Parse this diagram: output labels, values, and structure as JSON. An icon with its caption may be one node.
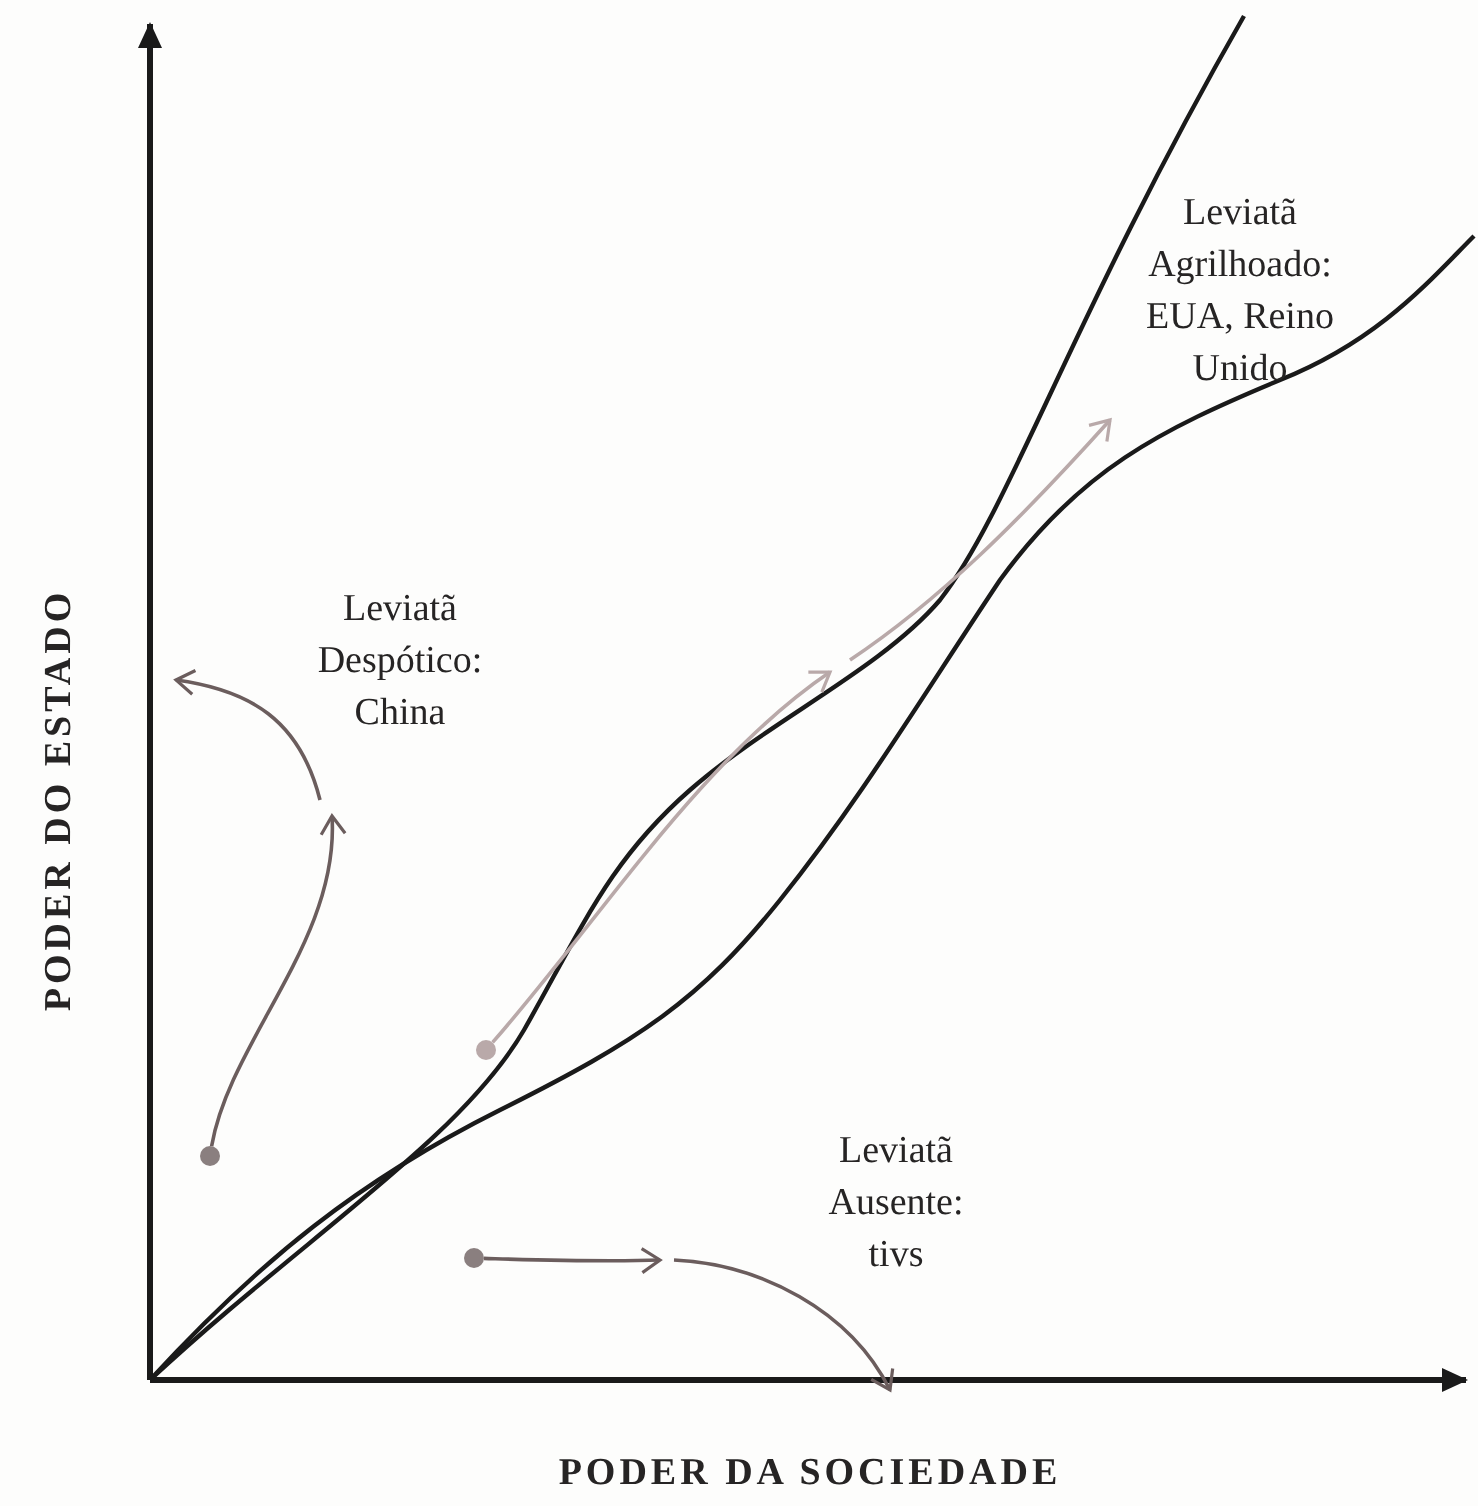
{
  "diagram": {
    "nodes": [
      {
        "text": [],
        "shape": "circle"
      },
      {
        "text": [],
        "shape": "circle"
      },
      {
        "text": [],
        "shape": "circle"
      }
    ],
    "edges": [
      {
        "from": 0,
        "to": null,
        "arrow": "to"
      },
      {
        "from": 1,
        "to": null,
        "arrow": "to"
      },
      {
        "from": 2,
        "to": null,
        "arrow": "to",
        "color": "#b9a9a9"
      }
    ],
    "labels": [
      "Leviatã Agrilhoado: EUA, Reino Unido",
      "Leviatã Despótico: China",
      "Leviatã Ausente: tivs",
      "PODER DO ESTADO",
      "PODER DA SOCIEDADE"
    ]
  }
}
